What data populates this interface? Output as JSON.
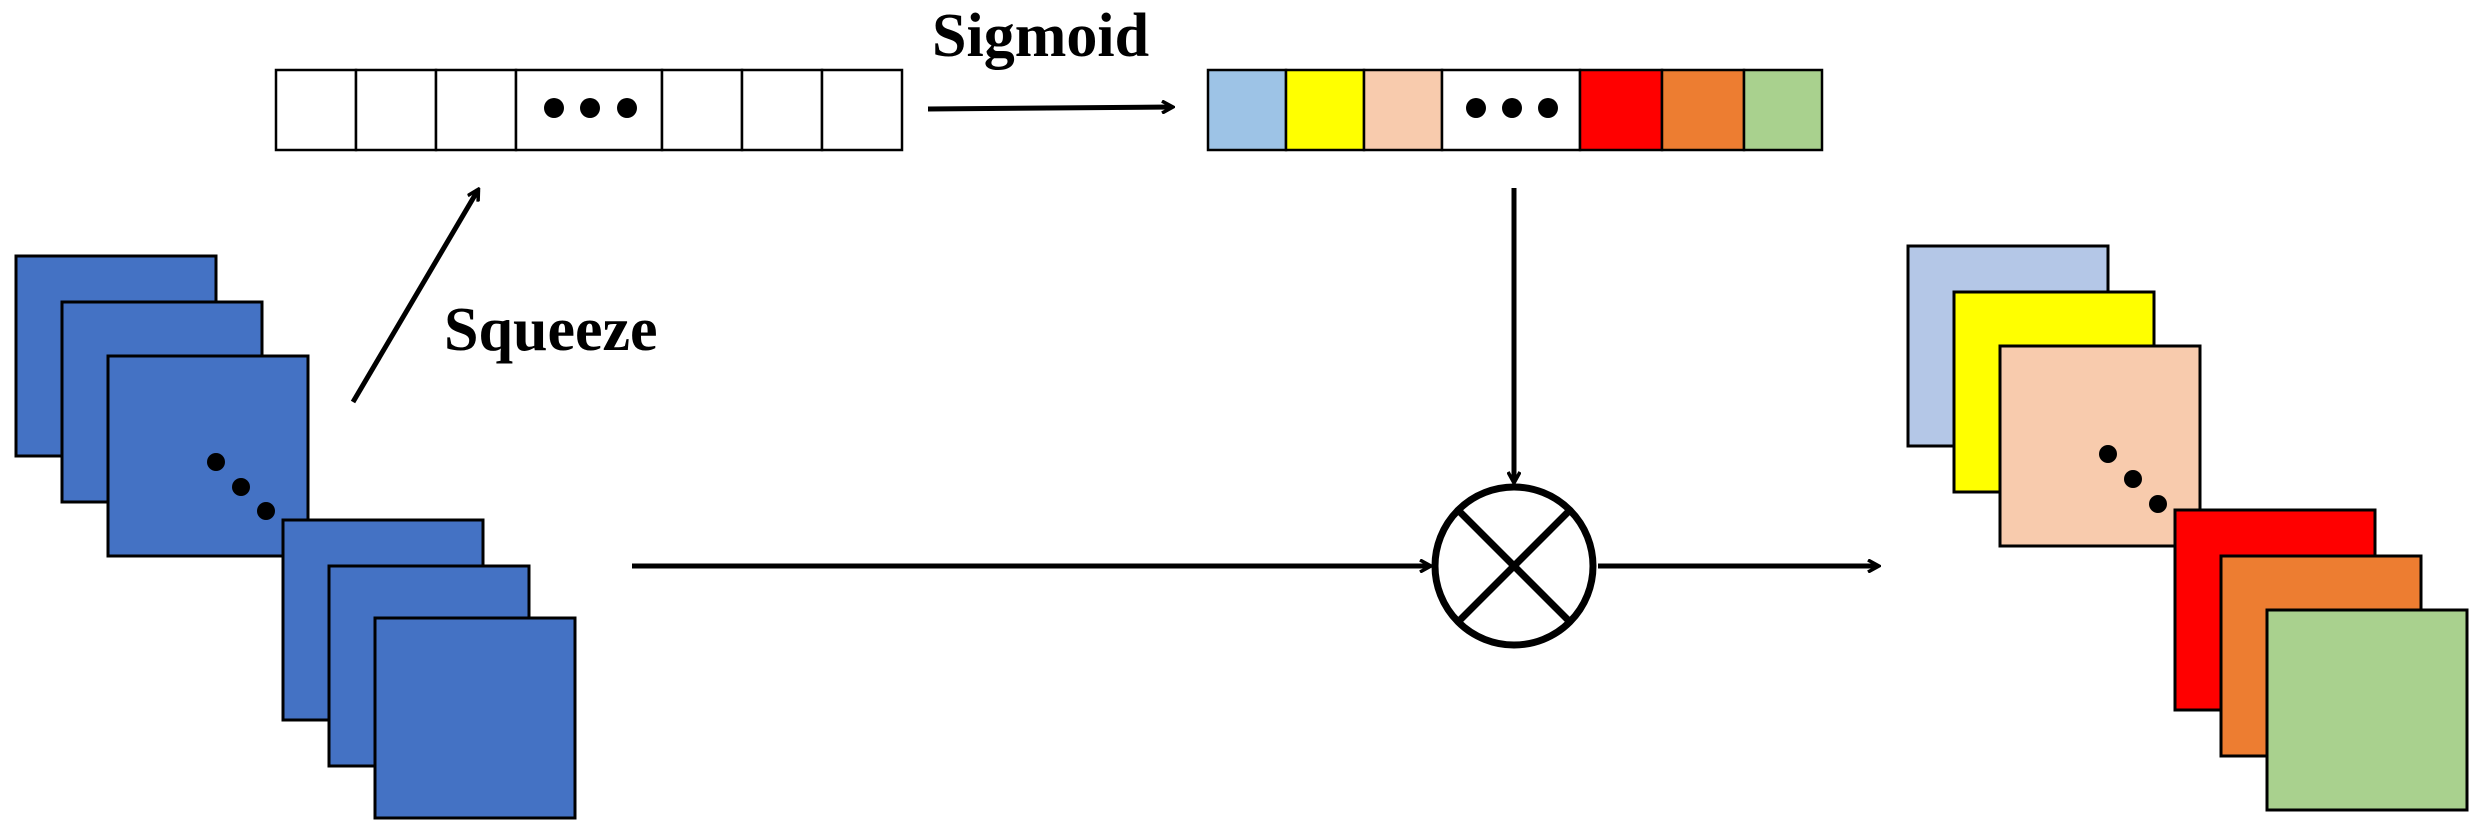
{
  "labels": {
    "sigmoid": "Sigmoid",
    "squeeze": "Squeeze"
  },
  "colors": {
    "stroke": "#000000",
    "input_map": "#4472c4",
    "empty_cell": "#ffffff",
    "weight_cells": [
      "#9dc3e6",
      "#ffff00",
      "#f8cbad",
      "#ffffff",
      "#ff0000",
      "#ed7d31",
      "#a9d18e"
    ],
    "output_maps": [
      "#b4c7e7",
      "#ffff00",
      "#f8cbad",
      "#ff0000",
      "#ed7d31",
      "#a9d18e"
    ]
  },
  "elements": {
    "squeeze_vector": {
      "cells": 7,
      "ellipsis_cell": 3
    },
    "weight_vector": {
      "cells": 7,
      "ellipsis_cell": 3
    },
    "input_stack": {
      "maps": 6
    },
    "output_stack": {
      "maps": 6
    },
    "operator": "multiply-circle"
  }
}
